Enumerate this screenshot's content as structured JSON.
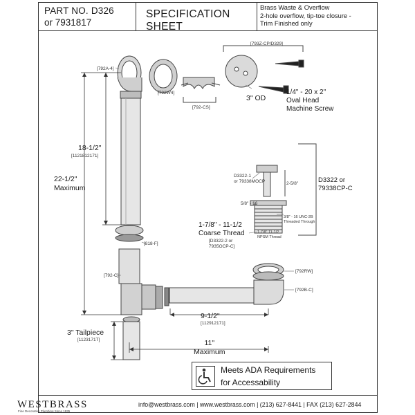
{
  "header": {
    "part_no": "PART NO.  D326",
    "part_alt": "or 7931817",
    "title": "SPECIFICATION SHEET",
    "description": [
      "Brass Waste & Overflow",
      "2-hole overflow, tip-toe closure -",
      "Trim Finished only"
    ]
  },
  "parts": {
    "p792a4": "[792A-4]",
    "p792w4": "[792W4]",
    "p792cs": "[792-CS]",
    "p793z": "[793Z-CP/D329]",
    "od": "3\" OD",
    "screw": [
      "1/4\" - 20 x 2\"",
      "Oval Head",
      "Machine Screw"
    ],
    "d3322_1": [
      "D3322-1",
      "or 79338MOCP"
    ],
    "dim_258": "2-5/8\"",
    "d3322": [
      "D3322 or",
      "79338CP-C"
    ],
    "dim_58": "5/8\" - 16",
    "dim_3816": [
      "3/8\" - 16 UNC-2B",
      "Threaded Through"
    ],
    "coarse": [
      "1-7/8\" - 11-1/2",
      "Coarse Thread"
    ],
    "coarse_alt": [
      "[D3322-2 or",
      "7935OCP-C]"
    ],
    "nps": [
      "1-7/8\" 11-1/2",
      "NPSM Thread"
    ],
    "p818f": "[818-F]",
    "p792c_left": "[792-C]",
    "p792rw": "[792RW]",
    "p792bc": "[792B-C]"
  },
  "dimensions": {
    "d18": "18-1/2\"",
    "d18_mm": "[1121812171]",
    "d22": [
      "22-1/2\"",
      "Maximum"
    ],
    "d9": "9-1/2\"",
    "d9_mm": "[112912171]",
    "tail": "3\" Tailpiece",
    "tail_mm": "[1123171T]",
    "d11": [
      "11\"",
      "Maximum"
    ]
  },
  "ada": {
    "line1": "Meets  ADA Requirements",
    "line2": "for Accessability"
  },
  "footer": {
    "logo": "WESTBRASS",
    "tagline": "Fine Decorative Plumbing Since 1935",
    "contact": "info@westbrass.com  |  www.westbrass.com  |    (213) 627-8441   |   FAX (213) 627-2844"
  },
  "icons": [
    "wheelchair-icon"
  ]
}
